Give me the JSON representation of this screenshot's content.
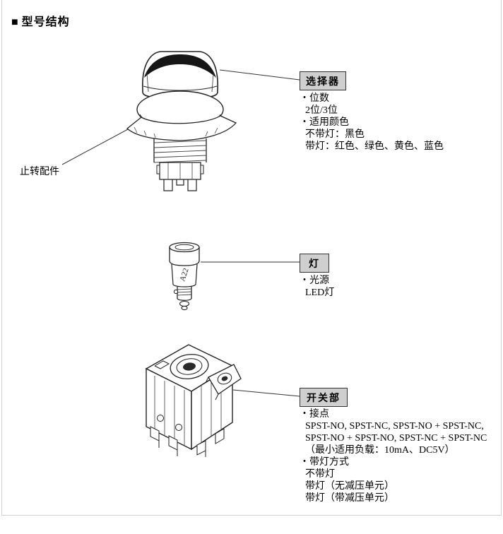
{
  "page": {
    "title_marker": "■",
    "title": "型号结构"
  },
  "selector": {
    "label": "选择器",
    "anti_rotation_label": "止转配件",
    "lines": [
      "・位数",
      "2位/3位",
      "・适用颜色",
      "不带灯：黑色",
      "带灯：红色、绿色、黄色、蓝色"
    ]
  },
  "lamp": {
    "label": "灯",
    "marking": "A22",
    "lines": [
      "・光源",
      "LED灯"
    ]
  },
  "switch_unit": {
    "label": "开关部",
    "lines": [
      "・接点",
      "SPST-NO, SPST-NC, SPST-NO + SPST-NC,",
      "SPST-NO + SPST-NO, SPST-NC + SPST-NC",
      "（最小适用负载：10mA、DC5V）",
      "・带灯方式",
      "不带灯",
      "带灯（无减压单元）",
      "带灯（带减压单元）"
    ]
  },
  "colors": {
    "callout_bg": "#cfcfcf",
    "callout_border": "#333333",
    "line_color": "#333333"
  }
}
